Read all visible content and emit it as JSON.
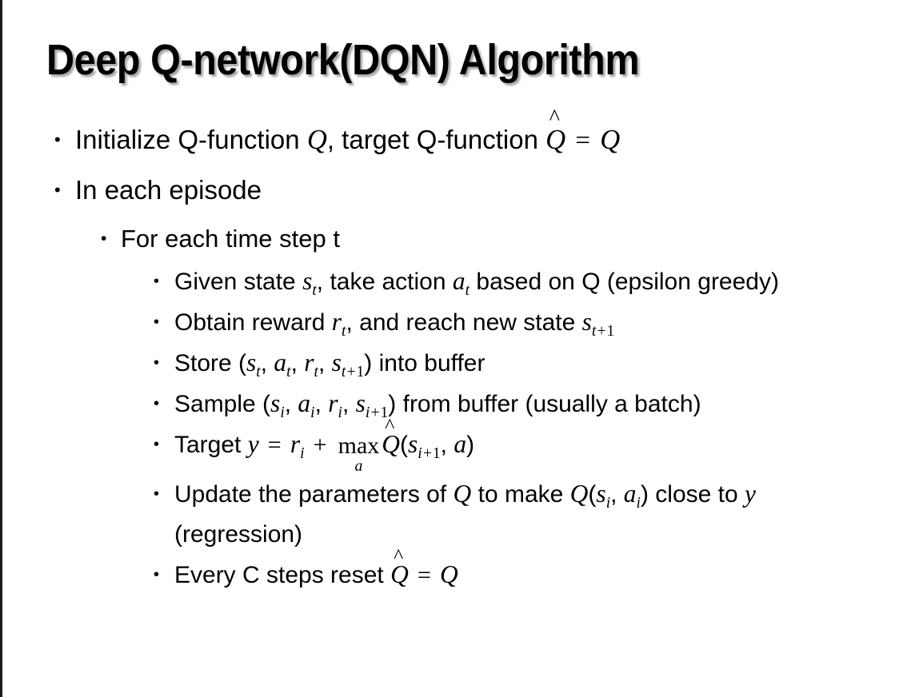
{
  "slide": {
    "title": "Deep Q-network(DQN) Algorithm",
    "bullet_glyph": "•",
    "background_color": "#ffffff",
    "text_color": "#000000",
    "edge_rule_color": "#1a1a1a",
    "items": [
      {
        "level": 1,
        "name": "initialize-q-function",
        "plain_text": "Initialize Q-function Q, target Q-function Q̂ = Q",
        "segments": [
          {
            "kind": "text",
            "value": "Initialize Q-function "
          },
          {
            "kind": "mi",
            "value": "Q"
          },
          {
            "kind": "text",
            "value": ", target Q-function "
          },
          {
            "kind": "mi-hat",
            "value": "Q"
          },
          {
            "kind": "mo",
            "value": "="
          },
          {
            "kind": "mi",
            "value": "Q"
          }
        ]
      },
      {
        "level": 1,
        "name": "in-each-episode",
        "plain_text": "In each episode",
        "segments": [
          {
            "kind": "text",
            "value": "In each episode"
          }
        ]
      },
      {
        "level": 2,
        "name": "for-each-time-step",
        "plain_text": "For each time step t",
        "segments": [
          {
            "kind": "text",
            "value": "For each time step t"
          }
        ]
      },
      {
        "level": 3,
        "name": "given-state-take-action",
        "plain_text": "Given state s_t, take action a_t based on Q (epsilon greedy)",
        "segments": [
          {
            "kind": "text",
            "value": "Given state "
          },
          {
            "kind": "mi-sub",
            "value": "s",
            "sub": "t"
          },
          {
            "kind": "text",
            "value": ", take action "
          },
          {
            "kind": "mi-sub",
            "value": "a",
            "sub": "t"
          },
          {
            "kind": "text",
            "value": " based on Q (epsilon greedy)"
          }
        ]
      },
      {
        "level": 3,
        "name": "obtain-reward-reach-new-state",
        "plain_text": "Obtain reward r_t, and reach new state s_t+1",
        "segments": [
          {
            "kind": "text",
            "value": "Obtain reward "
          },
          {
            "kind": "mi-sub",
            "value": "r",
            "sub": "t"
          },
          {
            "kind": "text",
            "value": ", and reach new state "
          },
          {
            "kind": "mi-sub",
            "value": "s",
            "sub": "t+1"
          }
        ]
      },
      {
        "level": 3,
        "name": "store-into-buffer",
        "plain_text": "Store (s_t, a_t, r_t, s_t+1) into buffer",
        "segments": [
          {
            "kind": "text",
            "value": "Store ("
          },
          {
            "kind": "mi-sub",
            "value": "s",
            "sub": "t"
          },
          {
            "kind": "text",
            "value": ", "
          },
          {
            "kind": "mi-sub",
            "value": "a",
            "sub": "t"
          },
          {
            "kind": "text",
            "value": ", "
          },
          {
            "kind": "mi-sub",
            "value": "r",
            "sub": "t"
          },
          {
            "kind": "text",
            "value": ", "
          },
          {
            "kind": "mi-sub",
            "value": "s",
            "sub": "t+1"
          },
          {
            "kind": "text",
            "value": ") into buffer"
          }
        ]
      },
      {
        "level": 3,
        "name": "sample-from-buffer",
        "plain_text": "Sample (s_i, a_i, r_i, s_i+1) from buffer (usually a batch)",
        "segments": [
          {
            "kind": "text",
            "value": "Sample ("
          },
          {
            "kind": "mi-sub",
            "value": "s",
            "sub": "i"
          },
          {
            "kind": "text",
            "value": ", "
          },
          {
            "kind": "mi-sub",
            "value": "a",
            "sub": "i"
          },
          {
            "kind": "text",
            "value": ", "
          },
          {
            "kind": "mi-sub",
            "value": "r",
            "sub": "i"
          },
          {
            "kind": "text",
            "value": ", "
          },
          {
            "kind": "mi-sub",
            "value": "s",
            "sub": "i+1"
          },
          {
            "kind": "text",
            "value": ") from buffer (usually a batch)"
          }
        ]
      },
      {
        "level": 3,
        "name": "target-equation",
        "plain_text": "Target y = r_i + max_a Q̂(s_i+1, a)",
        "segments": [
          {
            "kind": "text",
            "value": "Target "
          },
          {
            "kind": "mi",
            "value": "y"
          },
          {
            "kind": "mo",
            "value": "="
          },
          {
            "kind": "mi-sub",
            "value": "r",
            "sub": "i"
          },
          {
            "kind": "mo",
            "value": "+"
          },
          {
            "kind": "munder",
            "value": "max",
            "under": "a"
          },
          {
            "kind": "mi-hat",
            "value": "Q"
          },
          {
            "kind": "text",
            "value": "("
          },
          {
            "kind": "mi-sub",
            "value": "s",
            "sub": "i+1"
          },
          {
            "kind": "text",
            "value": ", "
          },
          {
            "kind": "mi",
            "value": "a"
          },
          {
            "kind": "text",
            "value": ")"
          }
        ]
      },
      {
        "level": 3,
        "name": "update-parameters",
        "plain_text": "Update the parameters of Q to make Q(s_i, a_i) close to y (regression)",
        "segments": [
          {
            "kind": "text",
            "value": "Update the parameters of "
          },
          {
            "kind": "mi",
            "value": "Q"
          },
          {
            "kind": "text",
            "value": " to make "
          },
          {
            "kind": "mi",
            "value": "Q"
          },
          {
            "kind": "text",
            "value": "("
          },
          {
            "kind": "mi-sub",
            "value": "s",
            "sub": "i"
          },
          {
            "kind": "text",
            "value": ", "
          },
          {
            "kind": "mi-sub",
            "value": "a",
            "sub": "i"
          },
          {
            "kind": "text",
            "value": ") close to "
          },
          {
            "kind": "mi",
            "value": "y"
          },
          {
            "kind": "text",
            "value": " (regression)"
          }
        ]
      },
      {
        "level": 3,
        "name": "every-c-steps-reset",
        "plain_text": "Every C steps reset Q̂ = Q",
        "segments": [
          {
            "kind": "text",
            "value": "Every C steps reset "
          },
          {
            "kind": "mi-hat",
            "value": "Q"
          },
          {
            "kind": "mo",
            "value": "="
          },
          {
            "kind": "mi",
            "value": "Q"
          }
        ]
      }
    ]
  }
}
